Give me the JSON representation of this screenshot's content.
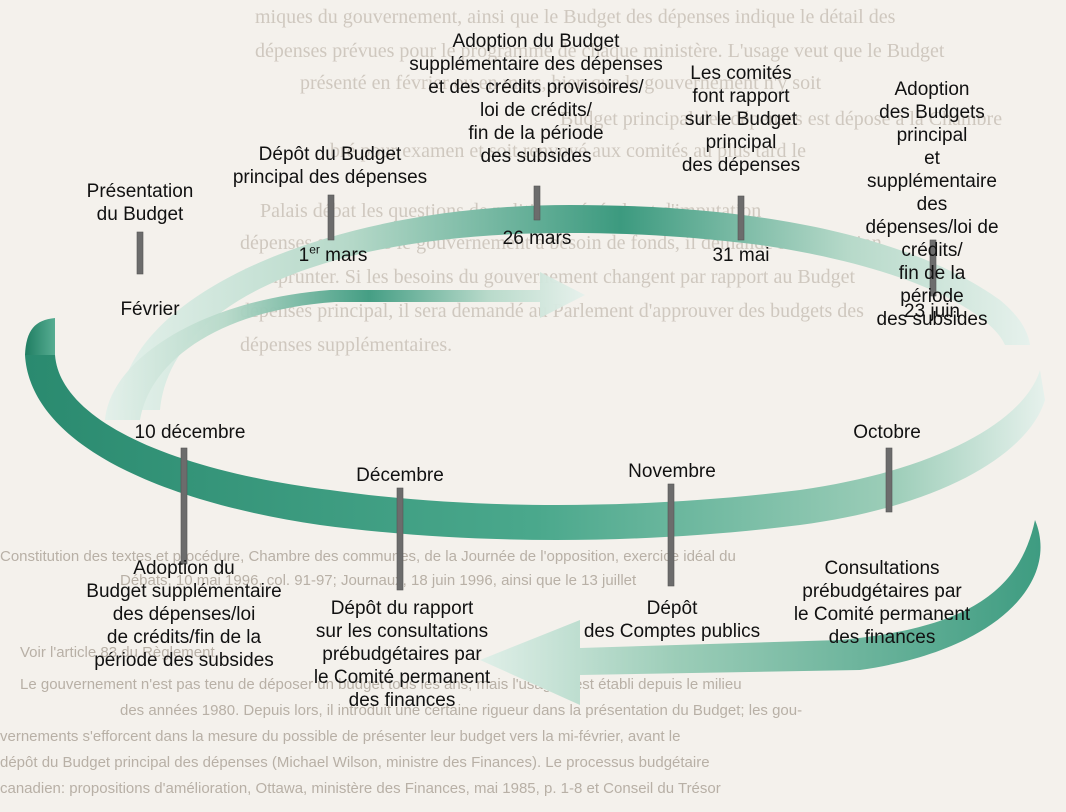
{
  "diagram": {
    "events": [
      {
        "id": "presentation",
        "label": "Présentation\ndu Budget",
        "date": "Février"
      },
      {
        "id": "depot-principal",
        "label": "Dépôt du Budget\nprincipal des dépenses",
        "date_pre": "1",
        "date_sup": "er",
        "date_post": " mars"
      },
      {
        "id": "adoption-supplementaire-mars",
        "label": "Adoption du Budget\nsupplémentaire des dépenses\net des crédits provisoires/\nloi de crédits/\nfin de la période\ndes subsides",
        "date": "26 mars"
      },
      {
        "id": "comites-rapport",
        "label": "Les comités\nfont rapport\nsur le Budget\nprincipal\ndes dépenses",
        "date": "31 mai"
      },
      {
        "id": "adoption-principal",
        "label": "Adoption\ndes Budgets principal\net supplémentaire des\ndépenses/loi de crédits/\nfin de la période\ndes subsides",
        "date": "23 juin"
      },
      {
        "id": "consultations",
        "label": "Consultations\nprébudgétaires par\nle Comité permanent\ndes finances",
        "date": "Octobre"
      },
      {
        "id": "comptes-publics",
        "label": "Dépôt\ndes Comptes publics",
        "date": "Novembre"
      },
      {
        "id": "depot-rapport",
        "label": "Dépôt du rapport\nsur les consultations\nprébudgétaires par\nle Comité permanent\ndes finances",
        "date": "Décembre"
      },
      {
        "id": "adoption-decembre",
        "label": "Adoption du\nBudget supplémentaire\ndes dépenses/loi\nde crédits/fin de la\npériode des subsides",
        "date": "10 décembre"
      }
    ]
  },
  "background_text": {
    "top_lines": [
      "miques du gouvernement, ainsi que le Budget des dépenses indique le détail des",
      "dépenses prévues pour le programme de chaque ministère. L'usage veut que le Budget",
      "présenté en février ou en mars, bien que le gouvernement n'y soit",
      "Budget principal des dépenses est déposé à la Chambre",
      "bré pour examen et soit renvoyé aux comités au plus tard le",
      "Palais débat les questions de politique générale et d'imputation",
      "dépenses suivantes le gouvernement a besoin de fonds, il demande l'autorisation",
      "d'emprunter. Si les besoins du gouvernement changent par rapport au Budget",
      "dépenses principal, il sera demandé au Parlement d'approuver des budgets des",
      "dépenses supplémentaires."
    ],
    "bottom_lines": [
      "Constitution des textes et procédure, Chambre des communes, de la Journée de l'opposition, exercice idéal du",
      "Débats, 10 mai 1996, col. 91-97; Journaux, 18 juin 1996, ainsi que le 13 juillet",
      "Voir l'article 83 du Règlement.",
      "Le gouvernement n'est pas tenu de déposer un budget tous les ans, mais l'usage s'est établi depuis le milieu",
      "des années 1980. Depuis lors, il introduit une certaine rigueur dans la présentation du Budget; les gou-",
      "vernements s'efforcent dans la mesure du possible de présenter leur budget vers la mi-février, avant le",
      "dépôt du Budget principal des dépenses (Michael Wilson, ministre des Finances). Le processus budgétaire",
      "canadien: propositions d'amélioration, Ottawa, ministère des Finances, mai 1985, p. 1-8 et Conseil du Trésor"
    ]
  },
  "colors": {
    "band_dark": "#2f8f74",
    "band_light": "#cde6db",
    "tick": "#6c6c6c",
    "paper": "#f4f1ec"
  }
}
